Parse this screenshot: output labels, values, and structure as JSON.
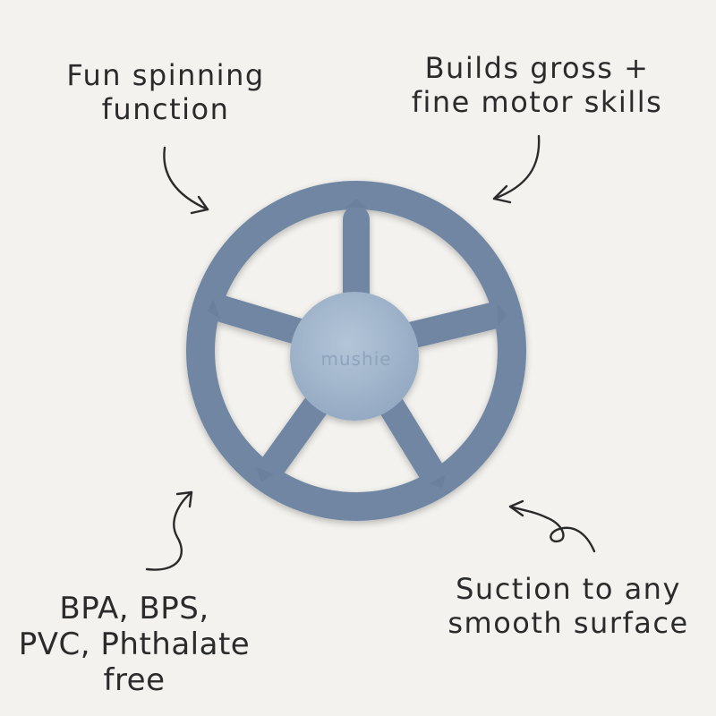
{
  "callouts": {
    "spin": {
      "line1": "Fun spinning",
      "line2": "function"
    },
    "motor": {
      "line1": "Builds gross +",
      "line2": "fine motor skills"
    },
    "free": {
      "line1": "BPA, BPS,",
      "line2": "PVC, Phthalate",
      "line3": "free"
    },
    "suction": {
      "line1": "Suction to any",
      "line2": "smooth surface"
    }
  },
  "product": {
    "brand": "mushie",
    "colors": {
      "ring": "#6f86a3",
      "spoke": "#6f86a3",
      "hub": "#9fb4cc",
      "background": "#f3f2ee"
    }
  }
}
